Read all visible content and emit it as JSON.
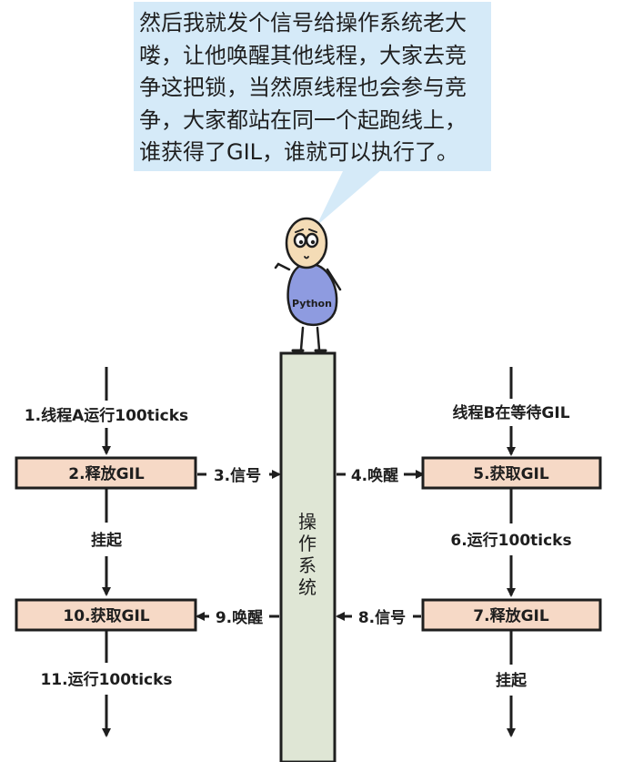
{
  "speech": {
    "lines": [
      "然后我就发个信号给操作系统老大",
      "喽，让他唤醒其他线程，大家去竞",
      "争这把锁，当然原线程也会参与竞",
      "争，大家都站在同一个起跑线上，",
      "谁获得了GIL，谁就可以执行了。"
    ]
  },
  "character": {
    "shirt_text": "Python"
  },
  "os": {
    "chars": [
      "操",
      "作",
      "系",
      "统"
    ]
  },
  "left": {
    "step1": "1.线程A运行100ticks",
    "box2": "2.释放GIL",
    "suspend": "挂起",
    "box10": "10.获取GIL",
    "step11": "11.运行100ticks"
  },
  "right": {
    "waiting": "线程B在等待GIL",
    "box5": "5.获取GIL",
    "step6": "6.运行100ticks",
    "box7": "7.释放GIL",
    "suspend": "挂起"
  },
  "signals": {
    "s3": "3.信号",
    "s4": "4.唤醒",
    "s8": "8.信号",
    "s9": "9.唤醒"
  },
  "colors": {
    "bubble": "#d5eaf8",
    "box_fill": "#f6d9c6",
    "pillar": "#dfe6d5",
    "shirt": "#8e9be0",
    "face": "#f4dcb6",
    "line": "#1e1e1e"
  }
}
